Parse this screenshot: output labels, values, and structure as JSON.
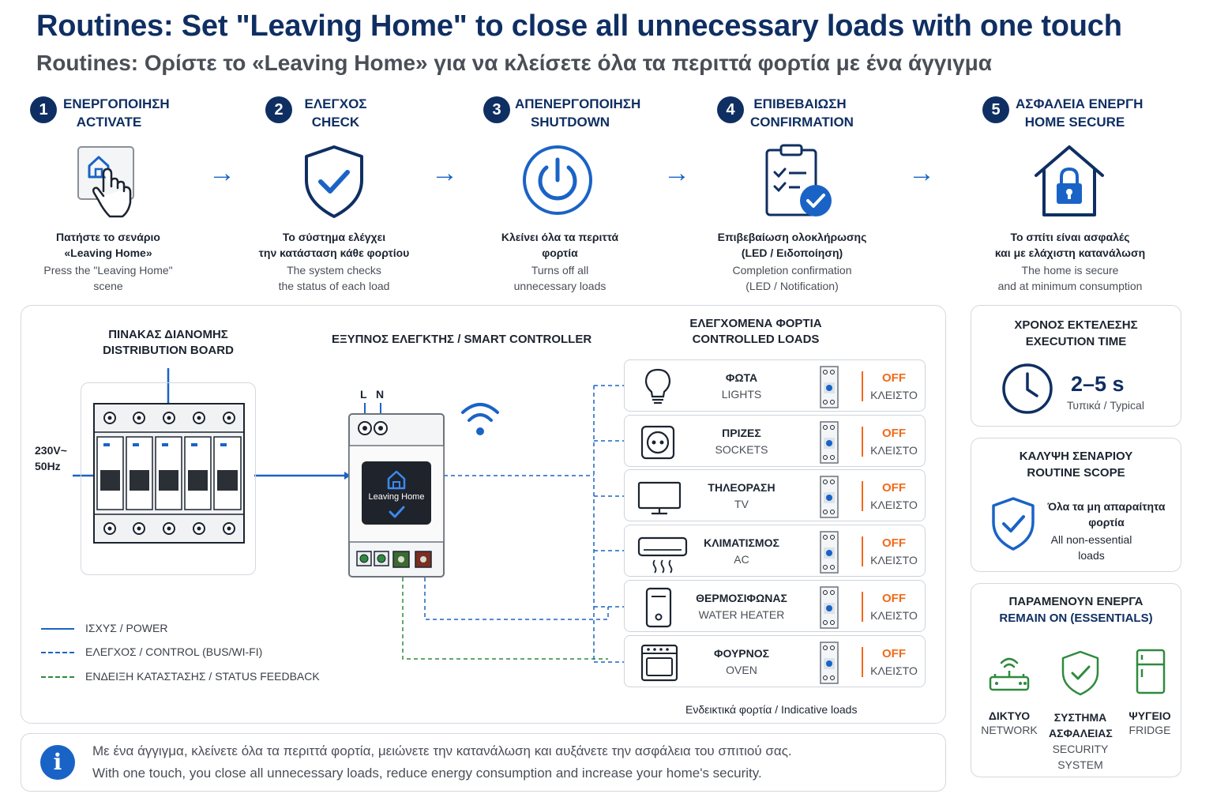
{
  "title": "Routines: Set \"Leaving Home\" to close all unnecessary loads with one touch",
  "subtitle": "Routines: Ορίστε το «Leaving Home» για να κλείσετε όλα τα περιττά φορτία με ένα άγγιγμα",
  "steps": [
    {
      "num": "1",
      "label_gr": "ΕΝΕΡΓΟΠΟΙΗΣΗ",
      "label_en": "ACTIVATE",
      "desc_gr_1": "Πατήστε το σενάριο",
      "desc_gr_2": "«Leaving Home»",
      "desc_en_1": "Press the \"Leaving Home\"",
      "desc_en_2": "scene",
      "icon": "tap-home-icon"
    },
    {
      "num": "2",
      "label_gr": "ΕΛΕΓΧΟΣ",
      "label_en": "CHECK",
      "desc_gr_1": "Το σύστημα ελέγχει",
      "desc_gr_2": "την κατάσταση κάθε φορτίου",
      "desc_en_1": "The system checks",
      "desc_en_2": "the status of each load",
      "icon": "shield-check-icon"
    },
    {
      "num": "3",
      "label_gr": "ΑΠΕΝΕΡΓΟΠΟΙΗΣΗ",
      "label_en": "SHUTDOWN",
      "desc_gr_1": "Κλείνει όλα τα περιττά",
      "desc_gr_2": "φορτία",
      "desc_en_1": "Turns off all",
      "desc_en_2": "unnecessary loads",
      "icon": "power-icon"
    },
    {
      "num": "4",
      "label_gr": "ΕΠΙΒΕΒΑΙΩΣΗ",
      "label_en": "CONFIRMATION",
      "desc_gr_1": "Επιβεβαίωση ολοκλήρωσης",
      "desc_gr_2": "(LED / Ειδοποίηση)",
      "desc_en_1": "Completion confirmation",
      "desc_en_2": "(LED / Notification)",
      "icon": "clipboard-check-icon"
    },
    {
      "num": "5",
      "label_gr": "ΑΣΦΑΛΕΙΑ ΕΝΕΡΓΗ",
      "label_en": "HOME SECURE",
      "desc_gr_1": "Το σπίτι είναι ασφαλές",
      "desc_gr_2": "και με ελάχιστη κατανάλωση",
      "desc_en_1": "The home is secure",
      "desc_en_2": "and at minimum consumption",
      "icon": "house-lock-icon"
    }
  ],
  "arrow_glyph": "→",
  "board": {
    "title_gr": "ΠΙΝΑΚΑΣ ΔΙΑΝΟΜΗΣ",
    "title_en": "DISTRIBUTION BOARD",
    "supply_1": "230V~",
    "supply_2": "50Hz"
  },
  "controller": {
    "title": "ΕΞΥΠΝΟΣ ΕΛΕΓΚΤΗΣ / SMART CONTROLLER",
    "screen_text": "Leaving Home",
    "terminal_l": "L",
    "terminal_n": "N"
  },
  "loads_section": {
    "title_gr": "ΕΛΕΓΧΟΜΕΝΑ ΦΟΡΤΙΑ",
    "title_en": "CONTROLLED LOADS",
    "note": "Ενδεικτικά φορτία / Indicative loads"
  },
  "loads": [
    {
      "name_gr": "ΦΩΤΑ",
      "name_en": "LIGHTS",
      "state": "OFF",
      "state_gr": "ΚΛΕΙΣΤΟ",
      "icon": "lightbulb-icon"
    },
    {
      "name_gr": "ΠΡΙΖΕΣ",
      "name_en": "SOCKETS",
      "state": "OFF",
      "state_gr": "ΚΛΕΙΣΤΟ",
      "icon": "socket-icon"
    },
    {
      "name_gr": "ΤΗΛΕΟΡΑΣΗ",
      "name_en": "TV",
      "state": "OFF",
      "state_gr": "ΚΛΕΙΣΤΟ",
      "icon": "tv-icon"
    },
    {
      "name_gr": "ΚΛΙΜΑΤΙΣΜΟΣ",
      "name_en": "AC",
      "state": "OFF",
      "state_gr": "ΚΛΕΙΣΤΟ",
      "icon": "air-conditioner-icon"
    },
    {
      "name_gr": "ΘΕΡΜΟΣΙΦΩΝΑΣ",
      "name_en": "WATER HEATER",
      "state": "OFF",
      "state_gr": "ΚΛΕΙΣΤΟ",
      "icon": "water-heater-icon"
    },
    {
      "name_gr": "ΦΟΥΡΝΟΣ",
      "name_en": "OVEN",
      "state": "OFF",
      "state_gr": "ΚΛΕΙΣΤΟ",
      "icon": "oven-icon"
    }
  ],
  "legend": [
    {
      "label": "ΙΣΧΥΣ / POWER",
      "style": "solid",
      "color": "#1a63c6"
    },
    {
      "label": "ΕΛΕΓΧΟΣ / CONTROL (BUS/WI-FI)",
      "style": "dashed",
      "color": "#1a63c6"
    },
    {
      "label": "ΕΝΔΕΙΞΗ ΚΑΤΑΣΤΑΣΗΣ / STATUS FEEDBACK",
      "style": "dashed",
      "color": "#2f8a3e"
    }
  ],
  "execution": {
    "title_gr": "ΧΡΟΝΟΣ ΕΚΤΕΛΕΣΗΣ",
    "title_en": "EXECUTION TIME",
    "value": "2–5 s",
    "note": "Τυπικά / Typical"
  },
  "scope": {
    "title_gr": "ΚΑΛΥΨΗ ΣΕΝΑΡΙΟΥ",
    "title_en": "ROUTINE SCOPE",
    "text_gr_1": "Όλα τα μη απαραίτητα",
    "text_gr_2": "φορτία",
    "text_en_1": "All non-essential",
    "text_en_2": "loads"
  },
  "essentials": {
    "title_gr": "ΠΑΡΑΜΕΝΟΥΝ ΕΝΕΡΓΑ",
    "title_en": "REMAIN ON (ESSENTIALS)",
    "items": [
      {
        "gr": "ΔΙΚΤΥΟ",
        "en_1": "NETWORK",
        "en_2": "",
        "gr_2": "",
        "icon": "router-icon"
      },
      {
        "gr": "ΣΥΣΤΗΜΑ",
        "gr_2": "ΑΣΦΑΛΕΙΑΣ",
        "en_1": "SECURITY",
        "en_2": "SYSTEM",
        "icon": "security-shield-icon"
      },
      {
        "gr": "ΨΥΓΕΙΟ",
        "en_1": "FRIDGE",
        "en_2": "",
        "gr_2": "",
        "icon": "fridge-icon"
      }
    ]
  },
  "info": {
    "text_gr": "Με ένα άγγιγμα, κλείνετε όλα τα περιττά φορτία, μειώνετε την κατανάλωση και αυξάνετε την ασφάλεια του σπιτιού σας.",
    "text_en": "With one touch, you close all unnecessary loads, reduce energy consumption and increase your home's security.",
    "icon_glyph": "i"
  },
  "colors": {
    "navy": "#0f2f63",
    "accent": "#1a63c6",
    "off": "#f06a1b",
    "green": "#2f8a3e",
    "border": "#d4d8de"
  }
}
